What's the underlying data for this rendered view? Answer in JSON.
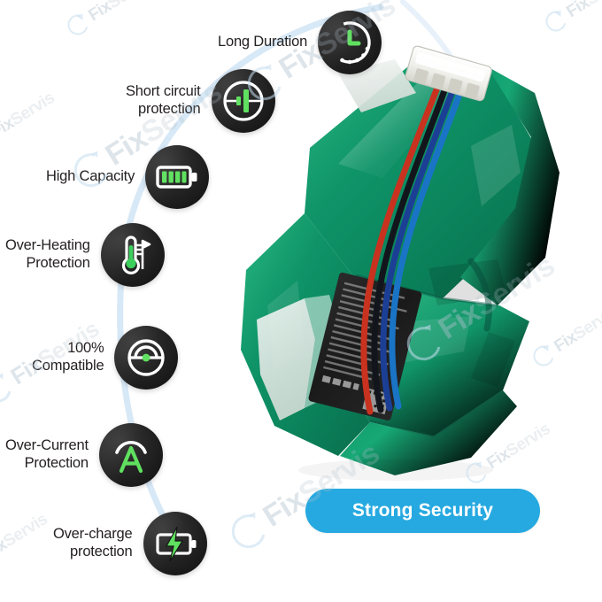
{
  "product": {
    "type": "battery-pack",
    "wrap_color": "#109468",
    "wrap_color_dark": "#0a6f4d",
    "wrap_color_light": "#2fbd86",
    "label_color": "#1b1b1b",
    "connector_color": "#f2f2f0",
    "wire_colors": [
      "#cf3521",
      "#1d3f8f",
      "#111111",
      "#1a6fc4"
    ],
    "tape_color": "#e6ebe8",
    "alt": "Green shrink-wrapped NiMH battery pack with white JST connector and red, blue, black wires"
  },
  "features": [
    {
      "id": "long-duration",
      "label": "Long Duration",
      "icon": "clock-icon",
      "accent": "#5fe05f"
    },
    {
      "id": "short-circuit-protection",
      "label": "Short circuit\nprotection",
      "icon": "short-circuit-icon",
      "accent": "#5fe05f"
    },
    {
      "id": "high-capacity",
      "label": "High Capacity",
      "icon": "battery-full-icon",
      "accent": "#5fe05f"
    },
    {
      "id": "over-heating-protection",
      "label": "Over-Heating\nProtection",
      "icon": "thermometer-icon",
      "accent": "#3ccf5c"
    },
    {
      "id": "100-compatible",
      "label": "100%\nCompatible",
      "icon": "gauge-icon",
      "accent": "#5fe05f"
    },
    {
      "id": "over-current-protection",
      "label": "Over-Current\nProtection",
      "icon": "ampere-icon",
      "accent": "#5fe05f"
    },
    {
      "id": "over-charge-protection",
      "label": "Over-charge\nprotection",
      "icon": "battery-bolt-icon",
      "accent": "#5fe05f"
    }
  ],
  "cta": {
    "label": "Strong Security",
    "background": "#26a9e0",
    "text_color": "#ffffff"
  },
  "watermark": {
    "text_primary": "Fix",
    "text_secondary": "Servis",
    "icon": "circular-arrow-icon",
    "color": "#b0c0ce"
  },
  "theme": {
    "background": "#ffffff",
    "badge_background": "#141414",
    "text_color": "#231f20",
    "arc_color": "#d3e5f4"
  }
}
